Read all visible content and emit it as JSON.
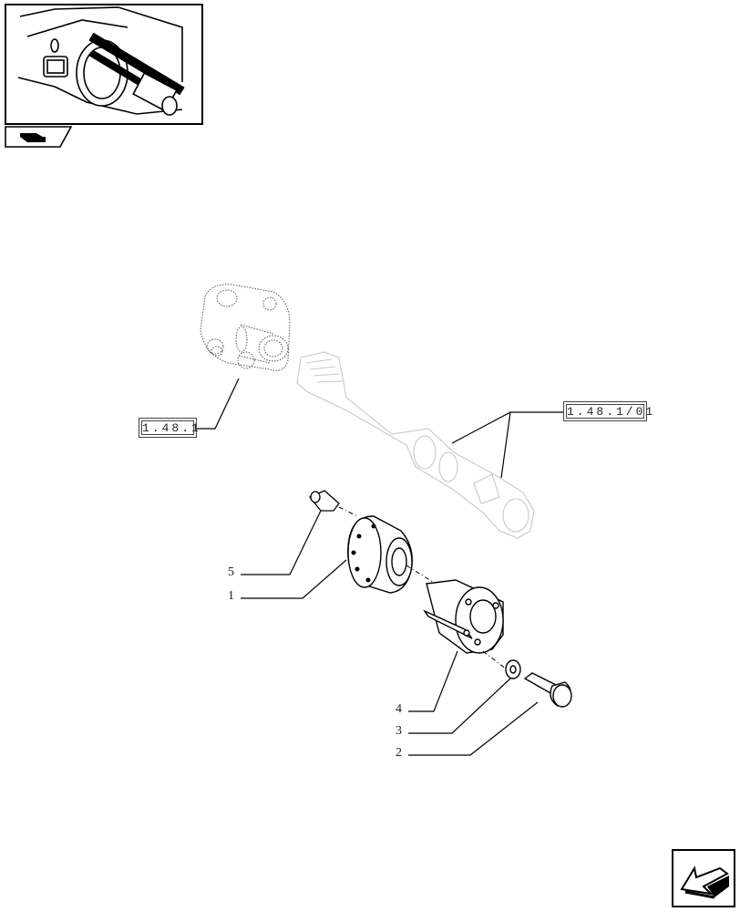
{
  "references": {
    "left": "1.48.1",
    "right": "1.48.1/01"
  },
  "callouts": [
    "5",
    "1",
    "4",
    "3",
    "2"
  ],
  "icons": {
    "thumbnail": "tractor-pto-shaft-thumbnail",
    "badge": "tractor-badge-icon",
    "nav": "next-page-arrow-icon"
  }
}
